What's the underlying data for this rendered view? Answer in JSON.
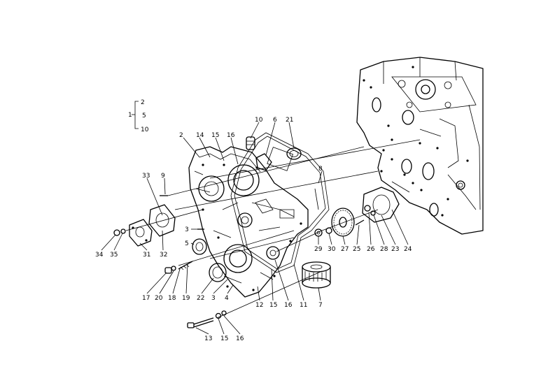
{
  "diagram": {
    "group_callout": {
      "root": "1",
      "items": [
        "2",
        "5",
        "10"
      ]
    },
    "callouts": [
      "2",
      "14",
      "15",
      "16",
      "10",
      "6",
      "21",
      "9",
      "33",
      "3",
      "5",
      "34",
      "35",
      "31",
      "32",
      "8",
      "17",
      "20",
      "18",
      "19",
      "22",
      "3",
      "4",
      "12",
      "15",
      "16",
      "11",
      "7",
      "13",
      "15",
      "16",
      "29",
      "30",
      "27",
      "25",
      "26",
      "28",
      "23",
      "24"
    ]
  }
}
